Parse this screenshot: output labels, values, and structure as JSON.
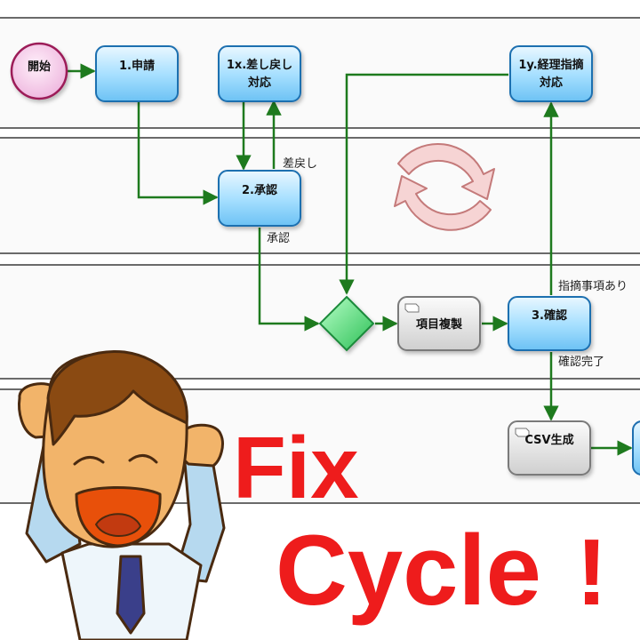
{
  "diagram": {
    "lanes": 4,
    "nodes": {
      "start": "開始",
      "apply": "1.申請",
      "remand_1": "1x.差し戻し",
      "remand_2": "対応",
      "approve": "2.承認",
      "review_fix_1": "1y.経理指摘",
      "review_fix_2": "対応",
      "copy_items": "項目複製",
      "confirm": "3.確認",
      "csv": "CSV生成"
    },
    "edge_labels": {
      "remand": "差戻し",
      "approved": "承認",
      "has_issues": "指摘事項あり",
      "confirmed": "確認完了"
    }
  },
  "banner": {
    "line1": "Fix",
    "line2": "Cycle",
    "mark": "!"
  },
  "colors": {
    "arrow": "#1e7a1e",
    "task_fill": "#8fd3ff",
    "start_fill": "#f7c6e8",
    "gateway_fill": "#4cd870",
    "text_red": "#ee1c1c"
  }
}
